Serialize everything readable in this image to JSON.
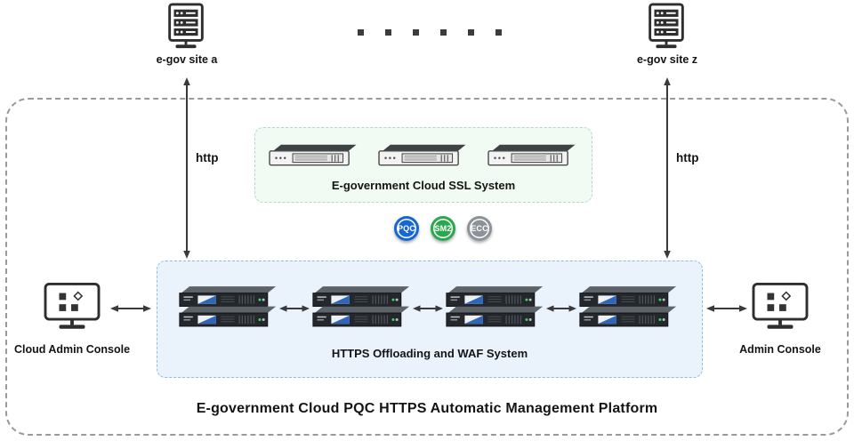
{
  "external": {
    "site_a": "e-gov site a",
    "site_z": "e-gov site z"
  },
  "connections": {
    "http_left": "http",
    "http_right": "http"
  },
  "ssl_system": {
    "title": "E-government Cloud SSL System"
  },
  "badges": [
    {
      "label": "PQC",
      "color": "#1767d2"
    },
    {
      "label": "SM2",
      "color": "#2ba84e"
    },
    {
      "label": "ECC",
      "color": "#8d9298"
    }
  ],
  "waf_system": {
    "title": "HTTPS Offloading and WAF System"
  },
  "consoles": {
    "left": "Cloud Admin Console",
    "right": "Admin Console"
  },
  "platform": {
    "title": "E-government Cloud PQC HTTPS Automatic Management Platform"
  },
  "colors": {
    "arrow": "#3a3a3a",
    "platform-border": "#9a9a9a",
    "ssl-box-bg": "#f1faf3",
    "ssl-box-border": "#aedcbc",
    "waf-box-bg": "#eaf3fc",
    "waf-box-border": "#8dbde8"
  }
}
